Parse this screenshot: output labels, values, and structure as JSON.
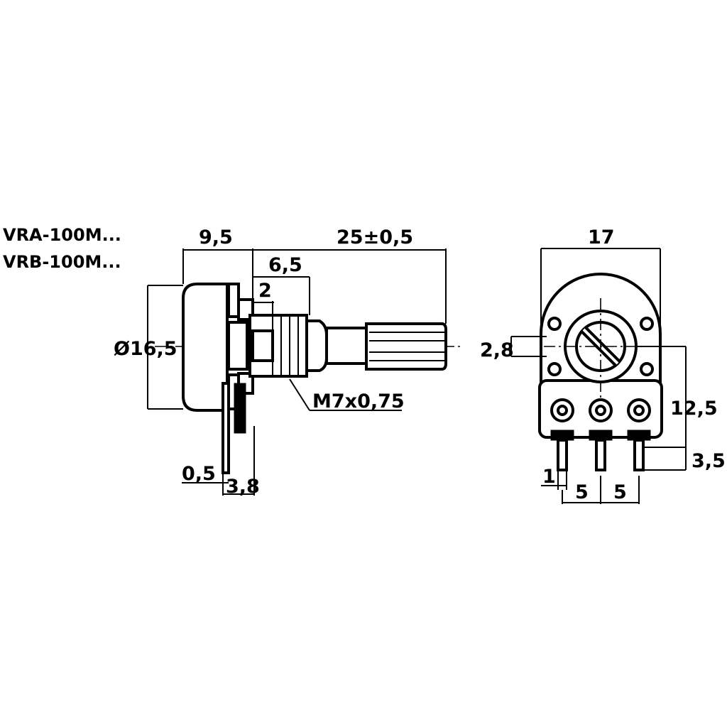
{
  "models": [
    "VRA-100M...",
    "VRB-100M..."
  ],
  "side_view": {
    "dims": {
      "body_depth": "9,5",
      "shaft_length": "25±0,5",
      "thread_length": "6,5",
      "step": "2",
      "diameter": "Ø16,5",
      "thread": "M7x0,75",
      "pin_thickness": "0,5",
      "pin_offset": "3,8"
    }
  },
  "front_view": {
    "dims": {
      "width": "17",
      "tab_width": "2,8",
      "height": "12,5",
      "pin_length": "3,5",
      "pin_width": "1",
      "pitch_left": "5",
      "pitch_right": "5"
    }
  },
  "colors": {
    "ink": "#000000",
    "paper": "#ffffff"
  }
}
